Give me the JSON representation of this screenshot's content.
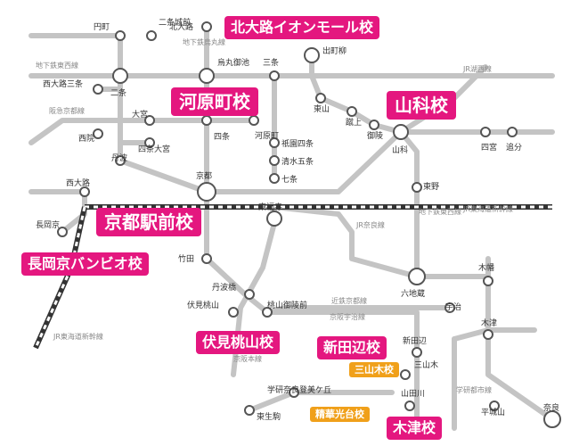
{
  "colors": {
    "line": "#c4c4c4",
    "station_stroke": "#555555",
    "badge_pink": "#e4177f",
    "badge_orange": "#f0a01a",
    "jr_track": "#333333"
  },
  "schools": {
    "kitaoji": "北大路イオンモール校",
    "kawaramachi": "河原町校",
    "yamashina": "山科校",
    "kyoto_ekimae": "京都駅前校",
    "nagaokakyo": "長岡京バンビオ校",
    "fushimi": "伏見桃山校",
    "shintanabe": "新田辺校",
    "mitsuyamaki": "三山木校",
    "seika": "精華光台校",
    "kizu": "木津校"
  },
  "stations": {
    "enmachi": "円町",
    "nijojo": "二条城前",
    "kitaoji": "北大路",
    "karasuma_oike": "烏丸御池",
    "sanjo": "三条",
    "demachiyanagi": "出町柳",
    "nijo": "二条",
    "nishioji_sanjo": "西大路三条",
    "higashiyama": "東山",
    "keage": "蹴上",
    "misasagi": "御陵",
    "yamashina": "山科",
    "omiya": "大宮",
    "saiin": "西院",
    "shijo_omiya": "四条大宮",
    "shijo": "四条",
    "kawaramachi": "河原町",
    "gion_shijo": "祇園四条",
    "kiyomizu_gojo": "清水五条",
    "shichijo": "七条",
    "shinomiya": "四宮",
    "oiwake": "追分",
    "tamba": "丹波",
    "kyoto": "京都",
    "nishioji": "西大路",
    "higashino": "東野",
    "nagaokakyo": "長岡京",
    "tofukuji": "東福寺",
    "takeda": "竹田",
    "rokujizo": "六地蔵",
    "kohata": "木幡",
    "tambabashi": "丹波橋",
    "fushimi_momoyama": "伏見桃山",
    "momoyama_goryomae": "桃山御陵前",
    "uji": "宇治",
    "kizugawa": "木津",
    "shintanabe": "新田辺",
    "mitsuyamaki": "三山木",
    "yamadagawa": "山田川",
    "gakken_nara": "学研奈良登美ケ丘",
    "hosono": "東生駒",
    "heijoyama": "平城山",
    "nara": "奈良"
  },
  "lines": {
    "tozai": "地下鉄東西線",
    "karasuma": "地下鉄烏丸線",
    "hankyu": "阪急京都線",
    "kosei": "JR湖西線",
    "nara_line": "JR奈良線",
    "tokaido": "JR東海道新幹線",
    "tokaido_shinkansen": "JR東海道新幹線",
    "tozai_sub": "地下鉄東西線",
    "kintetsu": "近鉄京都線",
    "keihan_uji": "京阪宇治線",
    "keihan_main": "京阪本線",
    "gakkentoshi": "学研都市線"
  }
}
